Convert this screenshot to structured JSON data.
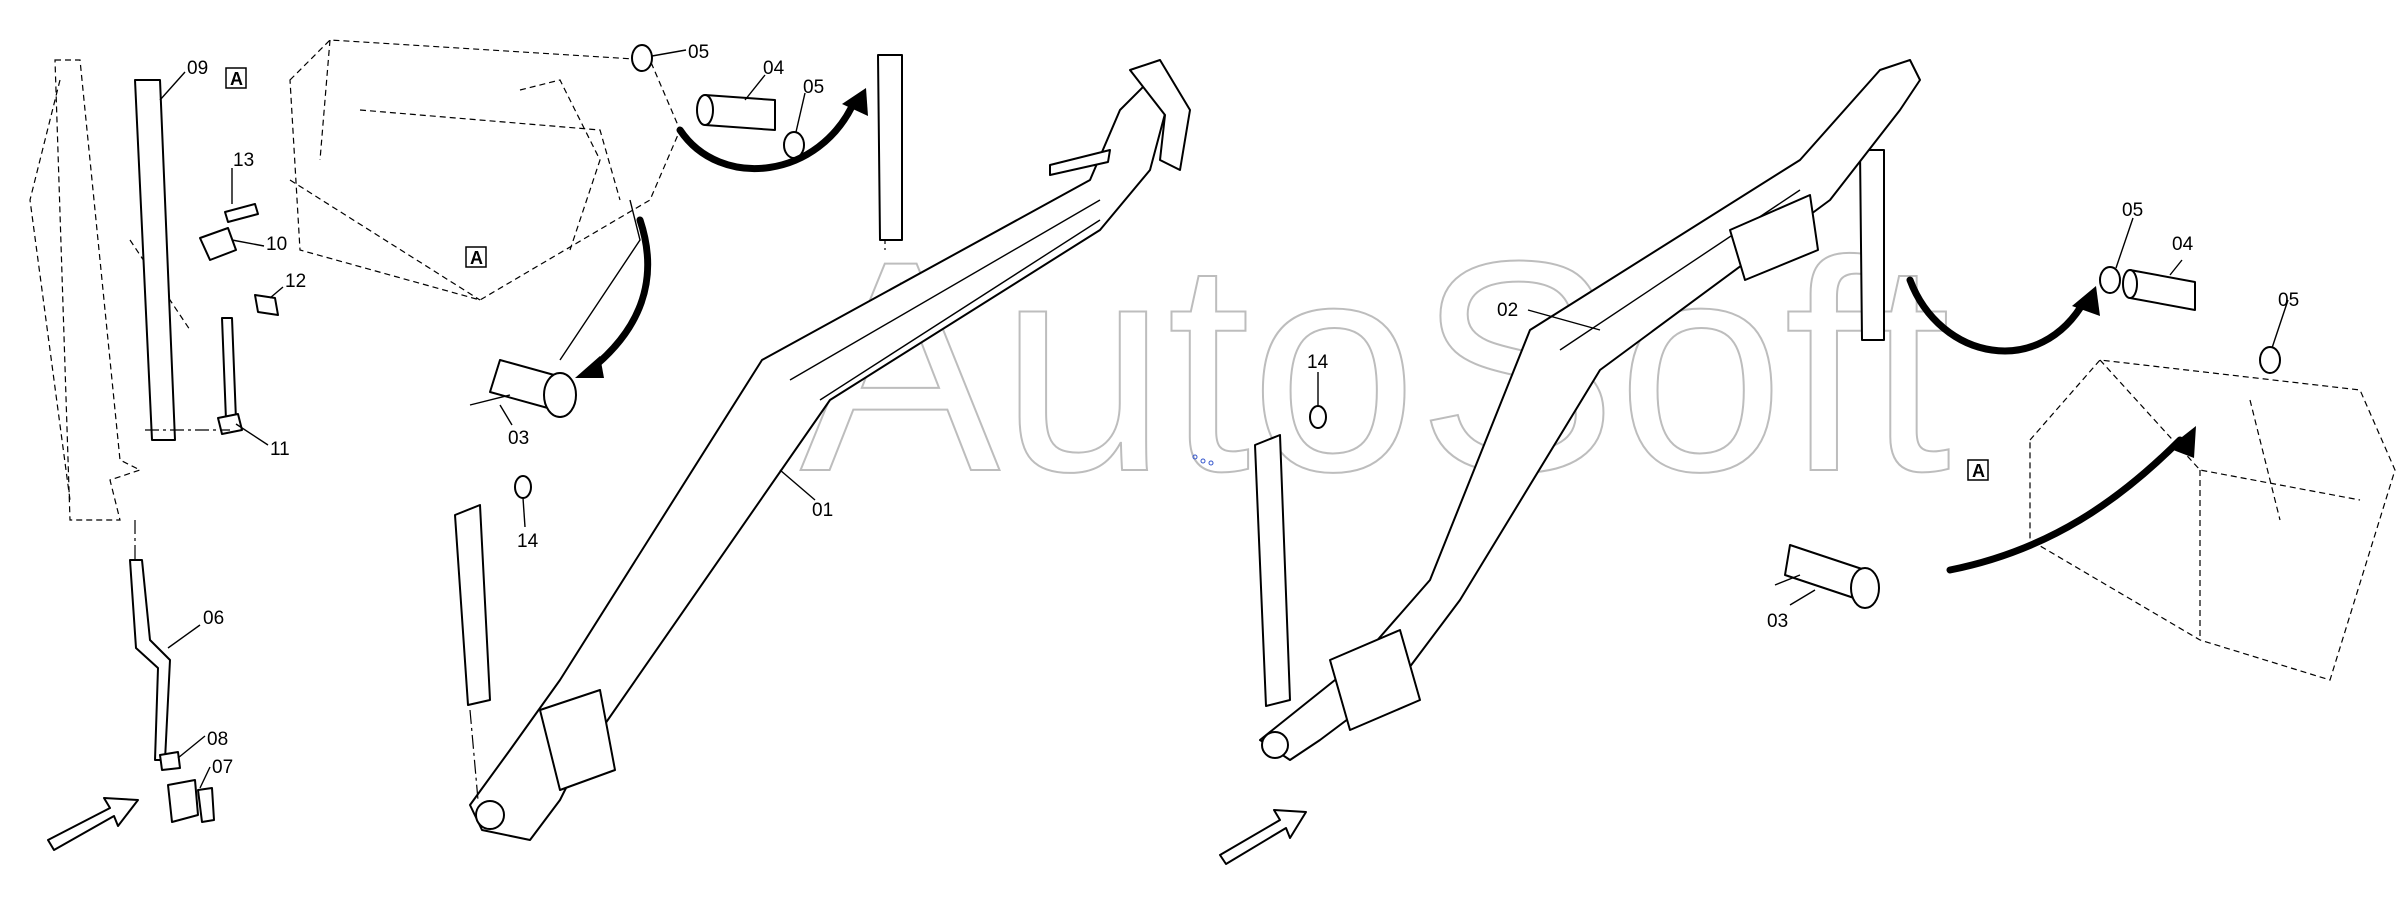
{
  "watermark": "AutoSoft",
  "callouts": [
    "09",
    "13",
    "10",
    "12",
    "11",
    "06",
    "08",
    "07",
    "05",
    "04",
    "05",
    "03",
    "14",
    "01",
    "14",
    "02",
    "05",
    "04",
    "05",
    "03"
  ],
  "view_markers": [
    "A",
    "A",
    "A"
  ]
}
